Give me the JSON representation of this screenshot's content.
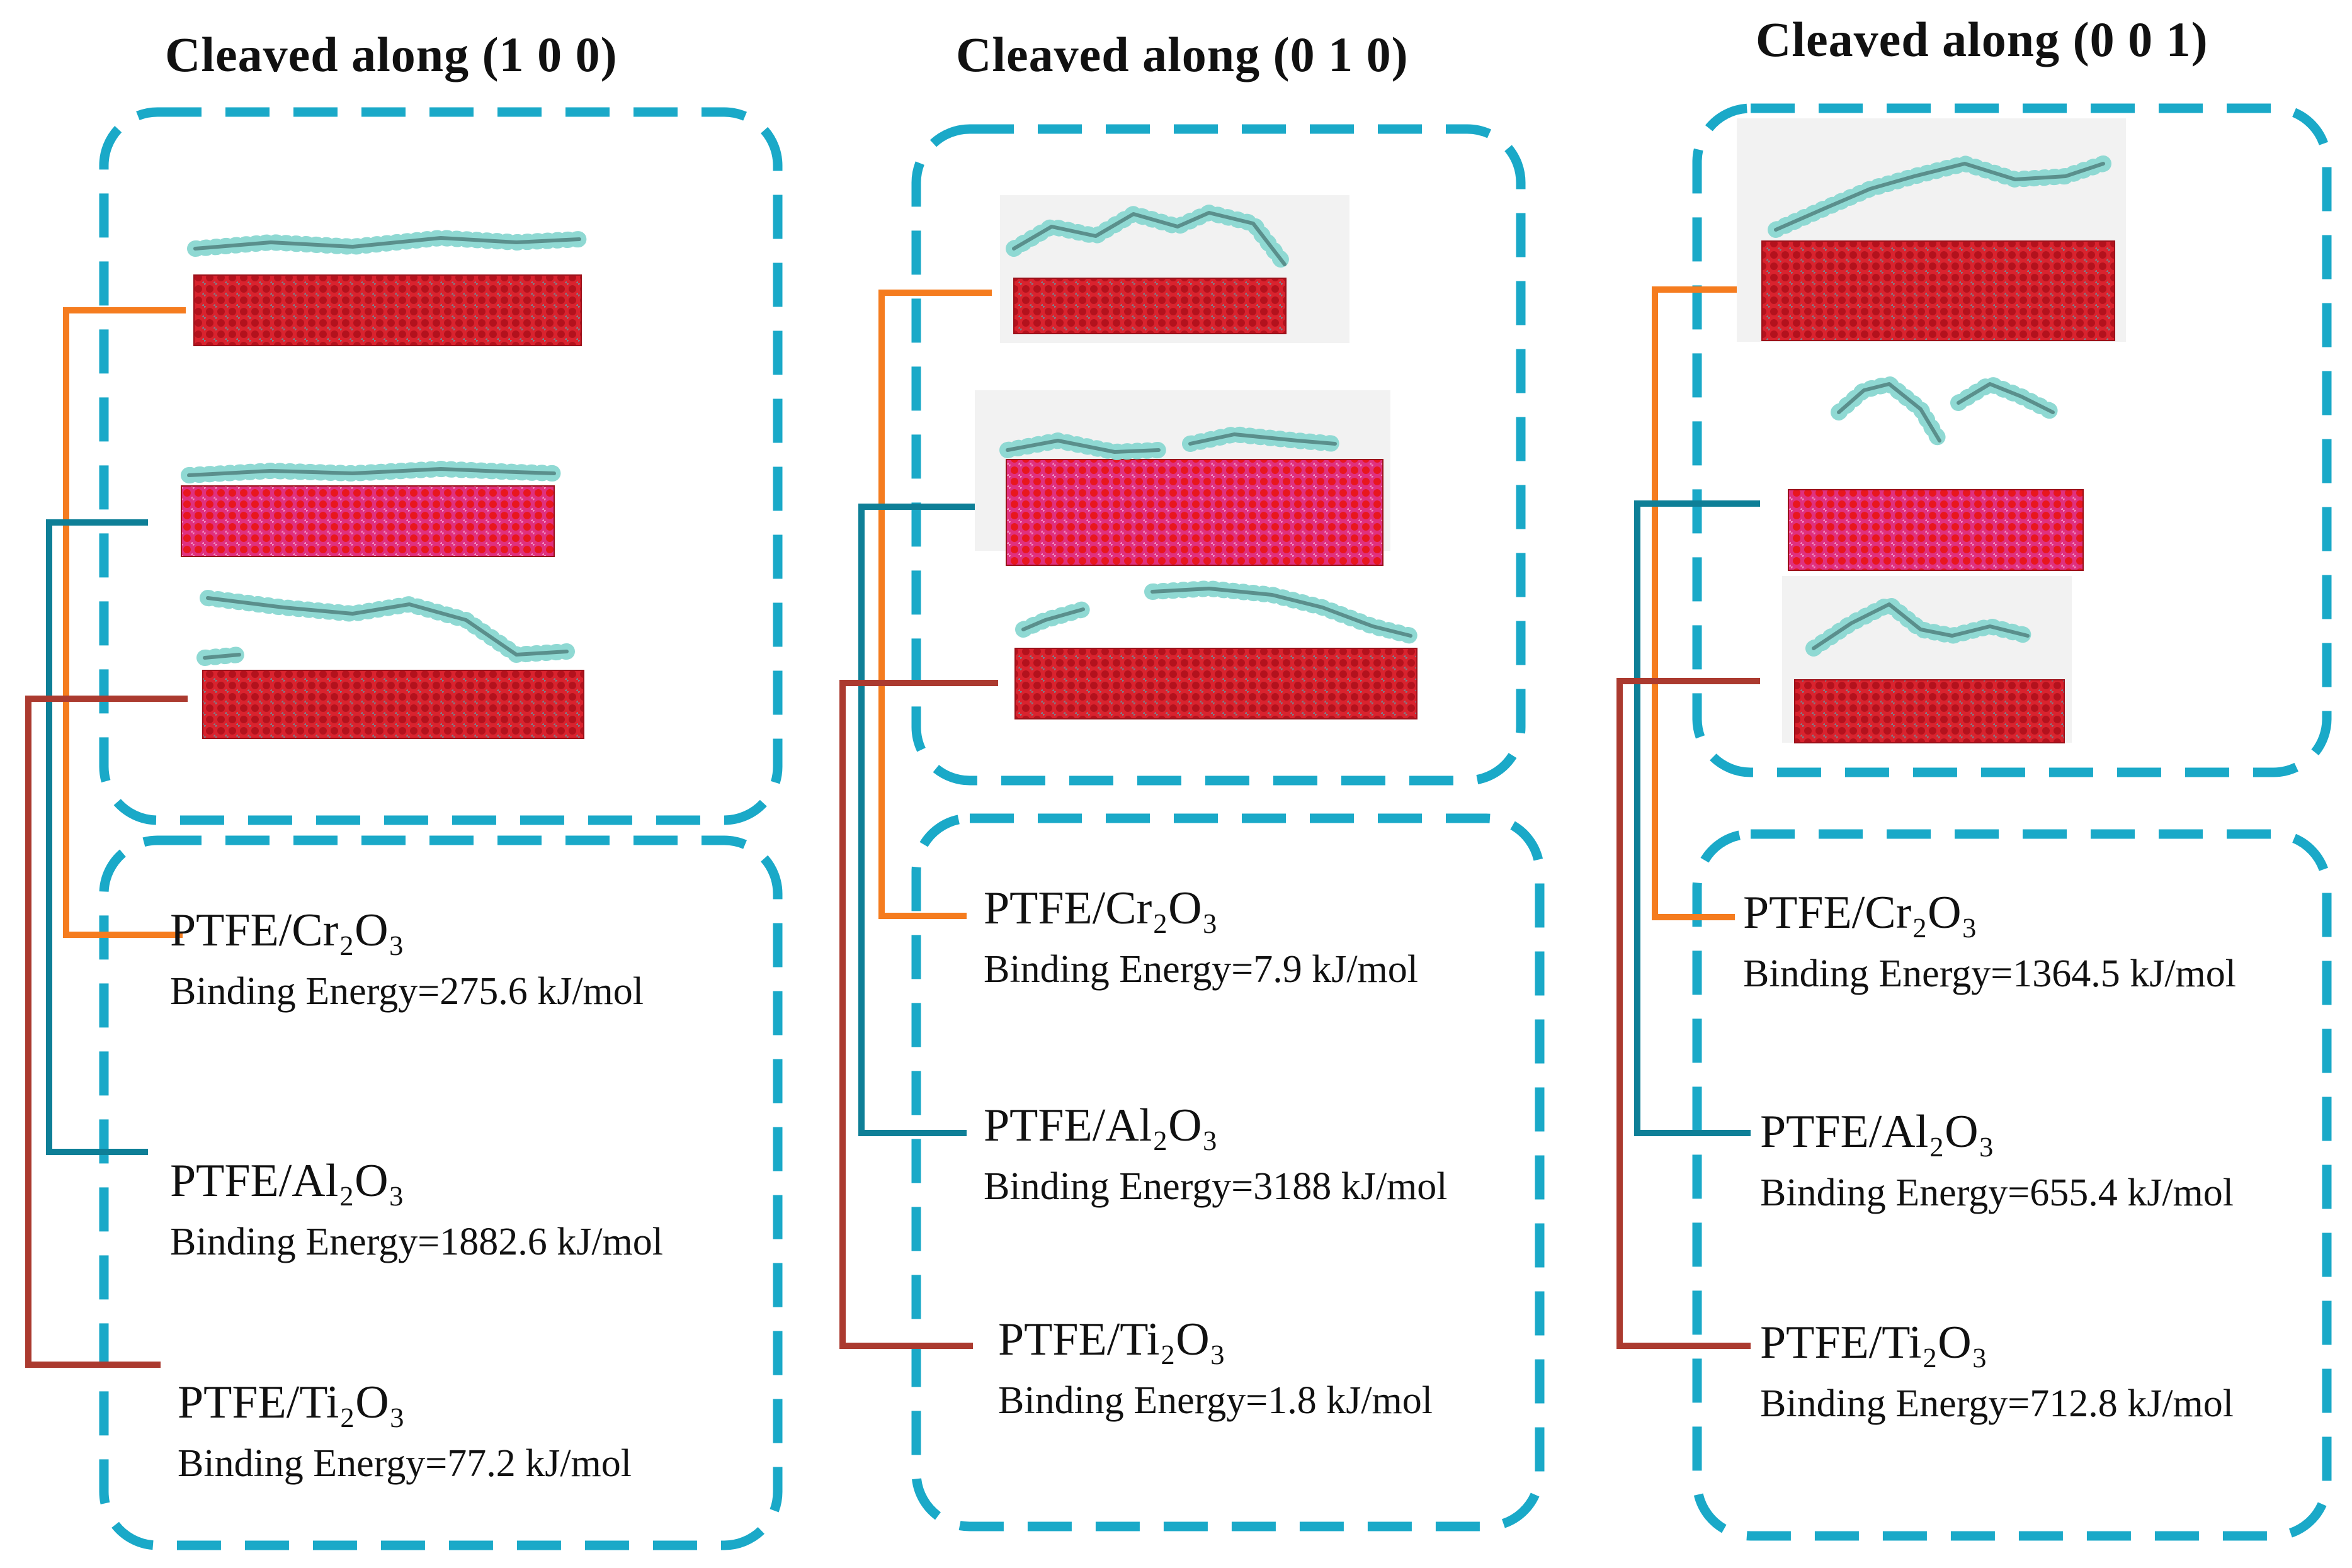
{
  "colors": {
    "frame": "#1aa9c8",
    "cr2o3_line": "#f57c1f",
    "al2o3_line": "#0e7f97",
    "ti2o3_line": "#ab3a2f",
    "oxide_red": "#d9232e",
    "oxide_magenta": "#e0307e",
    "ptfe_cyan": "#8fd9d3",
    "ptfe_dark": "#5a8f8c"
  },
  "columns": [
    {
      "title": "Cleaved along (1 0 0)",
      "entries": [
        {
          "formula": "PTFE/Cr₂O₃",
          "energy": "Binding Energy=275.6 kJ/mol"
        },
        {
          "formula": "PTFE/Al₂O₃",
          "energy": "Binding Energy=1882.6 kJ/mol"
        },
        {
          "formula": "PTFE/Ti₂O₃",
          "energy": "Binding Energy=77.2 kJ/mol"
        }
      ]
    },
    {
      "title": "Cleaved along (0 1 0)",
      "entries": [
        {
          "formula": "PTFE/Cr₂O₃",
          "energy": "Binding Energy=7.9 kJ/mol"
        },
        {
          "formula": "PTFE/Al₂O₃",
          "energy": "Binding Energy=3188 kJ/mol"
        },
        {
          "formula": "PTFE/Ti₂O₃",
          "energy": "Binding Energy=1.8 kJ/mol"
        }
      ]
    },
    {
      "title": "Cleaved along (0 0 1)",
      "entries": [
        {
          "formula": "PTFE/Cr₂O₃",
          "energy": "Binding Energy=1364.5 kJ/mol"
        },
        {
          "formula": "PTFE/Al₂O₃",
          "energy": "Binding Energy=655.4 kJ/mol"
        },
        {
          "formula": "PTFE/Ti₂O₃",
          "energy": "Binding Energy=712.8 kJ/mol"
        }
      ]
    }
  ]
}
